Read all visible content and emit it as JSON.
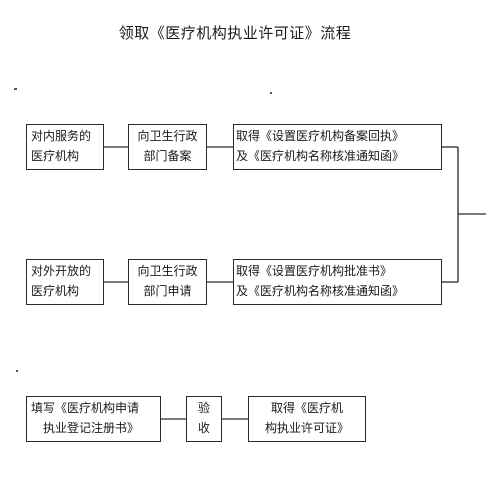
{
  "title": "领取《医疗机构执业许可证》流程",
  "flow": {
    "row1": {
      "start": [
        "对内服务的",
        "医疗机构"
      ],
      "step": [
        "向卫生行政",
        "部门备案"
      ],
      "result": [
        "取得《设置医疗机构备案回执》",
        "及《医疗机构名称核准通知函》"
      ]
    },
    "row2": {
      "start": [
        "对外开放的",
        "医疗机构"
      ],
      "step": [
        "向卫生行政",
        "部门申请"
      ],
      "result": [
        "取得《设置医疗机构批准书》",
        "及《医疗机构名称核准通知函》"
      ]
    },
    "row3": {
      "start": [
        "填写《医疗机构申请",
        "执业登记注册书》"
      ],
      "step": [
        "验",
        "收"
      ],
      "result": [
        "取得《医疗机",
        "构执业许可证》"
      ]
    }
  }
}
